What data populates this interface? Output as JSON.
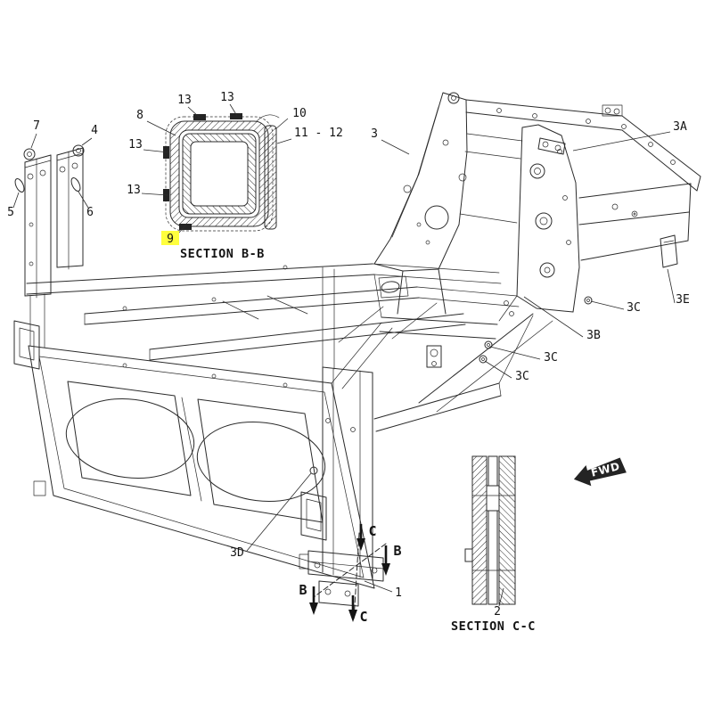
{
  "labels": {
    "n13": "13",
    "n10": "10",
    "n8": "8",
    "n11_12": "11 - 12",
    "n9": "9",
    "n7": "7",
    "n4": "4",
    "n5": "5",
    "n6": "6",
    "n3": "3",
    "n3a": "3A",
    "n3b": "3B",
    "n3c": "3C",
    "n3d": "3D",
    "n3e": "3E",
    "n1": "1",
    "n2": "2",
    "b": "B",
    "c": "C"
  },
  "sections": {
    "bb": "SECTION B-B",
    "cc": "SECTION C-C"
  },
  "fwd": "FWD",
  "colors": {
    "highlight": "#ffff3d",
    "line": "#2b2b2b"
  }
}
